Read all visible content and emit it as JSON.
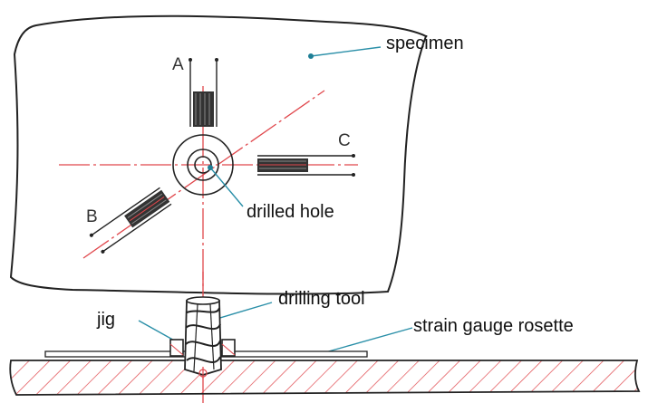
{
  "labels": {
    "specimen": "specimen",
    "drilled_hole": "drilled hole",
    "drilling_tool": "drilling tool",
    "jig": "jig",
    "rosette": "strain gauge rosette",
    "gauge_a": "A",
    "gauge_b": "B",
    "gauge_c": "C"
  },
  "colors": {
    "outline": "#222222",
    "centerline": "#e0474c",
    "hatch": "#e0474c",
    "leader": "#2a8fa8",
    "leader_dot": "#1f7f96",
    "gauge_fill": "#333333",
    "text": "#111111"
  }
}
